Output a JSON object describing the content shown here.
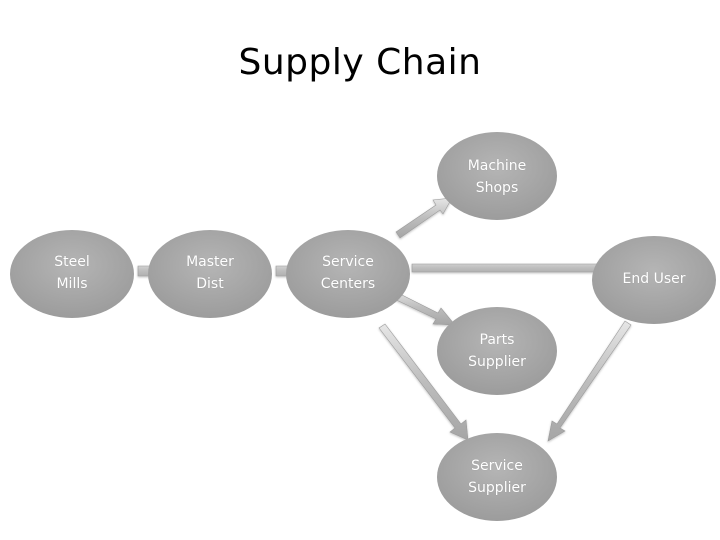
{
  "title": "Supply Chain",
  "colors": {
    "node_fill": "#9e9e9e",
    "node_fill_light": "#b3b3b3",
    "arrow": "#b0b0b0",
    "text": "#ffffff",
    "title": "#000000"
  },
  "nodes": {
    "steel_mills": "Steel\nMills",
    "master_dist": "Master\nDist",
    "service_centers": "Service\nCenters",
    "machine_shops": "Machine\nShops",
    "end_user": "End User",
    "parts_supplier": "Parts\nSupplier",
    "service_supplier": "Service\nSupplier"
  }
}
